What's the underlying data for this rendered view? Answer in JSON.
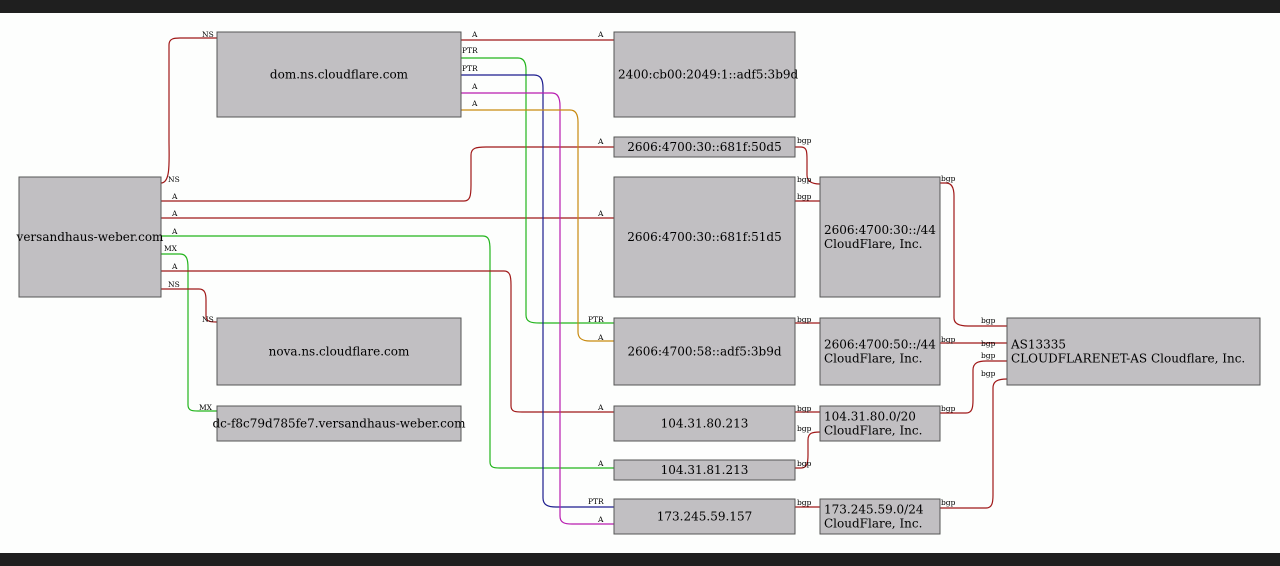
{
  "colors": {
    "red": "#a01818",
    "green": "#22b41c",
    "navy": "#1c1c8e",
    "magenta": "#b81cb0",
    "orange": "#c88a10",
    "node_fill": "#c1bfc2",
    "frame": "#1f1f1f"
  },
  "nodes": [
    {
      "id": "weber",
      "lines": [
        "versandhaus-weber.com"
      ],
      "align": "middle"
    },
    {
      "id": "domns",
      "lines": [
        "dom.ns.cloudflare.com"
      ],
      "align": "middle"
    },
    {
      "id": "nova",
      "lines": [
        "nova.ns.cloudflare.com"
      ],
      "align": "middle"
    },
    {
      "id": "dcf",
      "lines": [
        "dc-f8c79d785fe7.versandhaus-weber.com"
      ],
      "align": "middle"
    },
    {
      "id": "ip2400",
      "lines": [
        "2400:cb00:2049:1::adf5:3b9d"
      ],
      "align": "start"
    },
    {
      "id": "ipd5",
      "lines": [
        "2606:4700:30::681f:50d5"
      ],
      "align": "middle"
    },
    {
      "id": "ip51d5",
      "lines": [
        "2606:4700:30::681f:51d5"
      ],
      "align": "middle"
    },
    {
      "id": "ip58",
      "lines": [
        "2606:4700:58::adf5:3b9d"
      ],
      "align": "middle"
    },
    {
      "id": "ip213",
      "lines": [
        "104.31.80.213"
      ],
      "align": "middle"
    },
    {
      "id": "ip81213",
      "lines": [
        "104.31.81.213"
      ],
      "align": "middle"
    },
    {
      "id": "ip173",
      "lines": [
        "173.245.59.157"
      ],
      "align": "middle"
    },
    {
      "id": "net30",
      "lines": [
        "2606:4700:30::/44",
        "CloudFlare, Inc."
      ],
      "align": "start"
    },
    {
      "id": "net50",
      "lines": [
        "2606:4700:50::/44",
        "CloudFlare, Inc."
      ],
      "align": "start"
    },
    {
      "id": "net10480",
      "lines": [
        "104.31.80.0/20",
        "CloudFlare, Inc."
      ],
      "align": "start"
    },
    {
      "id": "net173",
      "lines": [
        "173.245.59.0/24",
        "CloudFlare, Inc."
      ],
      "align": "start"
    },
    {
      "id": "as",
      "lines": [
        "AS13335",
        "CLOUDFLARENET-AS Cloudflare, Inc."
      ],
      "align": "start"
    }
  ],
  "edges": [
    {
      "from": "versandhaus-weber.com",
      "to": "dom.ns.cloudflare.com",
      "type": "NS",
      "color": "red"
    },
    {
      "from": "versandhaus-weber.com",
      "to": "2606:4700:30::681f:50d5",
      "type": "A",
      "color": "red"
    },
    {
      "from": "versandhaus-weber.com",
      "to": "2606:4700:30::681f:51d5",
      "type": "A",
      "color": "red"
    },
    {
      "from": "versandhaus-weber.com",
      "to": "104.31.81.213",
      "type": "A",
      "color": "green"
    },
    {
      "from": "versandhaus-weber.com",
      "to": "dc-f8c79d785fe7.versandhaus-weber.com",
      "type": "MX",
      "color": "green"
    },
    {
      "from": "versandhaus-weber.com",
      "to": "104.31.80.213",
      "type": "A",
      "color": "red"
    },
    {
      "from": "versandhaus-weber.com",
      "to": "nova.ns.cloudflare.com",
      "type": "NS",
      "color": "red"
    },
    {
      "from": "dom.ns.cloudflare.com",
      "to": "2400:cb00:2049:1::adf5:3b9d",
      "type": "A",
      "color": "red"
    },
    {
      "from": "dom.ns.cloudflare.com",
      "to": "2606:4700:58::adf5:3b9d",
      "type": "PTR",
      "color": "green"
    },
    {
      "from": "dom.ns.cloudflare.com",
      "to": "173.245.59.157",
      "type": "PTR",
      "color": "navy"
    },
    {
      "from": "dom.ns.cloudflare.com",
      "to": "173.245.59.157",
      "type": "A",
      "color": "magenta"
    },
    {
      "from": "dom.ns.cloudflare.com",
      "to": "2606:4700:58::adf5:3b9d",
      "type": "A",
      "color": "orange"
    },
    {
      "from": "2606:4700:30::681f:50d5",
      "to": "2606:4700:30::/44",
      "type": "bgp",
      "color": "red"
    },
    {
      "from": "2606:4700:30::681f:51d5",
      "to": "2606:4700:30::/44",
      "type": "bgp",
      "color": "red"
    },
    {
      "from": "2606:4700:58::adf5:3b9d",
      "to": "2606:4700:50::/44",
      "type": "bgp",
      "color": "red"
    },
    {
      "from": "104.31.80.213",
      "to": "104.31.80.0/20",
      "type": "bgp",
      "color": "red"
    },
    {
      "from": "104.31.81.213",
      "to": "104.31.80.0/20",
      "type": "bgp",
      "color": "red"
    },
    {
      "from": "173.245.59.157",
      "to": "173.245.59.0/24",
      "type": "bgp",
      "color": "red"
    },
    {
      "from": "2606:4700:30::/44",
      "to": "AS13335",
      "type": "bgp",
      "color": "red"
    },
    {
      "from": "2606:4700:50::/44",
      "to": "AS13335",
      "type": "bgp",
      "color": "red"
    },
    {
      "from": "104.31.80.0/20",
      "to": "AS13335",
      "type": "bgp",
      "color": "red"
    },
    {
      "from": "173.245.59.0/24",
      "to": "AS13335",
      "type": "bgp",
      "color": "red"
    }
  ]
}
